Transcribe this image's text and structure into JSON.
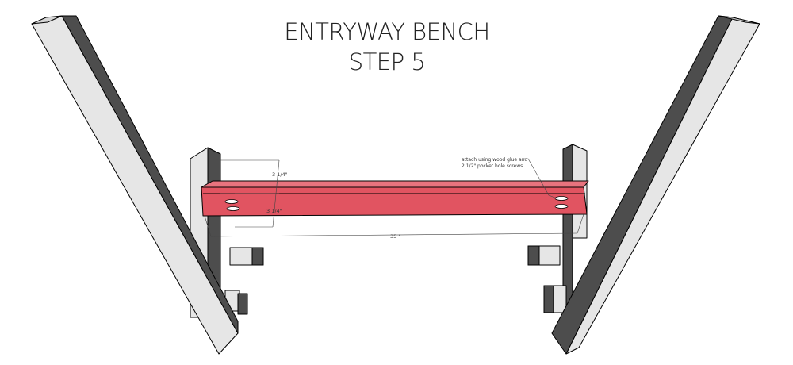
{
  "title": {
    "line1": "ENTRYWAY BENCH",
    "line2": "STEP 5"
  },
  "dimensions": {
    "upper_offset": "3 1/4\"",
    "lower_offset": "3 1/4\"",
    "length": "35 \""
  },
  "note": {
    "line1": "attach using wood glue and",
    "line2": "2 1/2\" pocket hole screws"
  },
  "colors": {
    "stretcher_front": "#e15461",
    "stretcher_top": "#e8737e",
    "leg_light": "#e6e6e6",
    "leg_dark": "#4d4d4d",
    "leg_mid": "#cfcfcf"
  }
}
